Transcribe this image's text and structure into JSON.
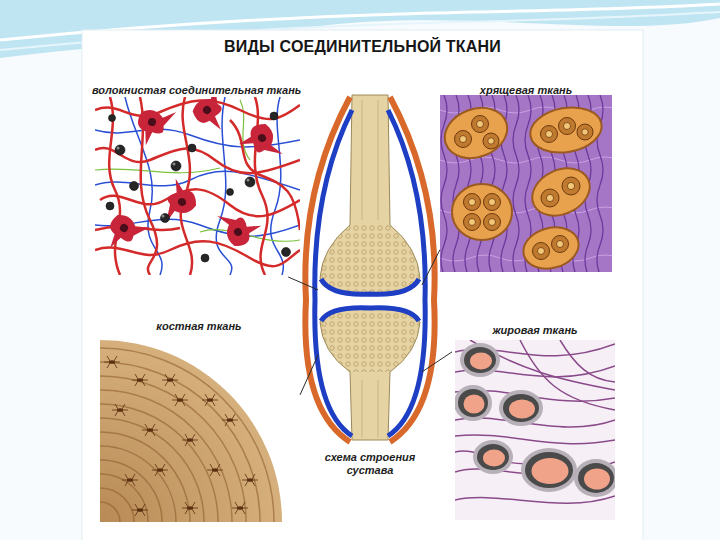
{
  "diagram": {
    "title": "ВИДЫ СОЕДИНИТЕЛЬНОЙ ТКАНИ",
    "nodes": [
      {
        "text": [
          "волокнистая соединительная ткань"
        ]
      },
      {
        "text": [
          "хрящевая ткань"
        ]
      },
      {
        "text": [
          "костная ткань"
        ]
      },
      {
        "text": [
          "жировая ткань"
        ]
      },
      {
        "text": [
          "схема строения сустава"
        ]
      }
    ],
    "edges": [
      {
        "from": 4,
        "to": 0,
        "arrow": "none"
      },
      {
        "from": 4,
        "to": 1,
        "arrow": "none"
      },
      {
        "from": 4,
        "to": 2,
        "arrow": "none"
      },
      {
        "from": 4,
        "to": 3,
        "arrow": "none"
      }
    ]
  }
}
